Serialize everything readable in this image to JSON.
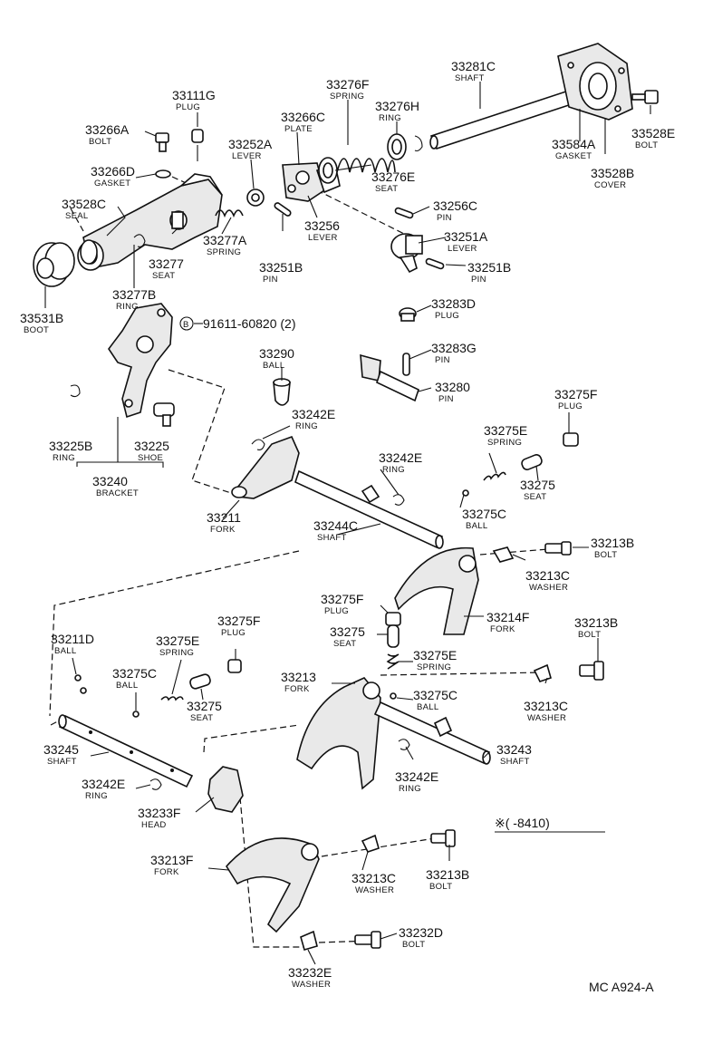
{
  "labels": [
    {
      "id": "33111G",
      "name": "PLUG"
    },
    {
      "id": "33266A",
      "name": "BOLT"
    },
    {
      "id": "33266D",
      "name": "GASKET"
    },
    {
      "id": "33528C",
      "name": "SEAL"
    },
    {
      "id": "33531B",
      "name": "BOOT"
    },
    {
      "id": "33277B",
      "name": "RING"
    },
    {
      "id": "33277",
      "name": "SEAT"
    },
    {
      "id": "33277A",
      "name": "SPRING"
    },
    {
      "id": "33252A",
      "name": "LEVER"
    },
    {
      "id": "33266C",
      "name": "PLATE"
    },
    {
      "id": "33276F",
      "name": "SPRING"
    },
    {
      "id": "33276H",
      "name": "RING"
    },
    {
      "id": "33281C",
      "name": "SHAFT"
    },
    {
      "id": "33584A",
      "name": "GASKET"
    },
    {
      "id": "33528B",
      "name": "COVER"
    },
    {
      "id": "33528E",
      "name": "BOLT"
    },
    {
      "id": "33276E",
      "name": "SEAT"
    },
    {
      "id": "33256C",
      "name": "PIN"
    },
    {
      "id": "33256",
      "name": "LEVER"
    },
    {
      "id": "33251A",
      "name": "LEVER"
    },
    {
      "id": "33251B",
      "name": "PIN"
    },
    {
      "id": "33251B",
      "name": "PIN"
    },
    {
      "id": "91611-60820 (2)",
      "name": ""
    },
    {
      "id": "33283D",
      "name": "PLUG"
    },
    {
      "id": "33290",
      "name": "BALL"
    },
    {
      "id": "33283G",
      "name": "PIN"
    },
    {
      "id": "33280",
      "name": "PIN"
    },
    {
      "id": "33225B",
      "name": "RING"
    },
    {
      "id": "33225",
      "name": "SHOE"
    },
    {
      "id": "33240",
      "name": "BRACKET"
    },
    {
      "id": "33242E",
      "name": "RING"
    },
    {
      "id": "33242E",
      "name": "RING"
    },
    {
      "id": "33275F",
      "name": "PLUG"
    },
    {
      "id": "33275E",
      "name": "SPRING"
    },
    {
      "id": "33275",
      "name": "SEAT"
    },
    {
      "id": "33211",
      "name": "FORK"
    },
    {
      "id": "33244C",
      "name": "SHAFT"
    },
    {
      "id": "33275C",
      "name": "BALL"
    },
    {
      "id": "33213B",
      "name": "BOLT"
    },
    {
      "id": "33213C",
      "name": "WASHER"
    },
    {
      "id": "33214F",
      "name": "FORK"
    },
    {
      "id": "33275F",
      "name": "PLUG"
    },
    {
      "id": "33275",
      "name": "SEAT"
    },
    {
      "id": "33275E",
      "name": "SPRING"
    },
    {
      "id": "33213",
      "name": "FORK"
    },
    {
      "id": "33213B",
      "name": "BOLT"
    },
    {
      "id": "33213C",
      "name": "WASHER"
    },
    {
      "id": "33275C",
      "name": "BALL"
    },
    {
      "id": "33243",
      "name": "SHAFT"
    },
    {
      "id": "33242E",
      "name": "RING"
    },
    {
      "id": "33211D",
      "name": "BALL"
    },
    {
      "id": "33275E",
      "name": "SPRING"
    },
    {
      "id": "33275F",
      "name": "PLUG"
    },
    {
      "id": "33275C",
      "name": "BALL"
    },
    {
      "id": "33275",
      "name": "SEAT"
    },
    {
      "id": "33245",
      "name": "SHAFT"
    },
    {
      "id": "33242E",
      "name": "RING"
    },
    {
      "id": "33233F",
      "name": "HEAD"
    },
    {
      "id": "33213F",
      "name": "FORK"
    },
    {
      "id": "33213C",
      "name": "WASHER"
    },
    {
      "id": "33213B",
      "name": "BOLT"
    },
    {
      "id": "33232D",
      "name": "BOLT"
    },
    {
      "id": "33232E",
      "name": "WASHER"
    }
  ],
  "footnote": {
    "range_note": "※(       -8410)",
    "diagram_code": "MC  A924-A"
  }
}
